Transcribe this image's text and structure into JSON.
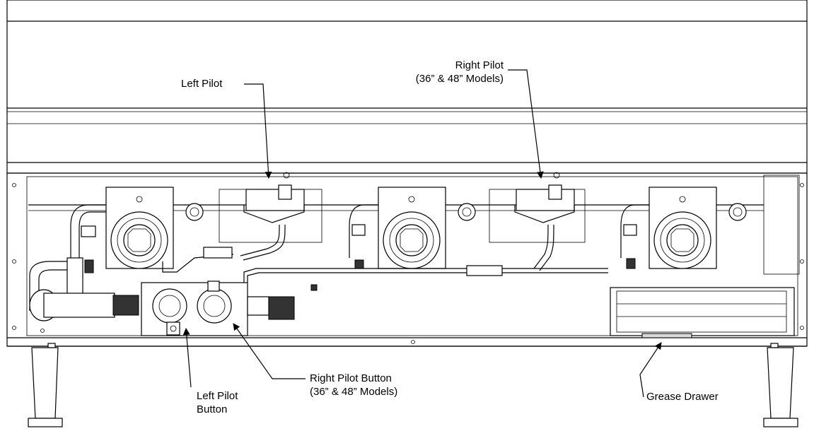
{
  "labels": {
    "left_pilot": "Left Pilot",
    "right_pilot_line1": "Right Pilot",
    "right_pilot_line2": "(36” & 48” Models)",
    "left_pilot_button_line1": "Left Pilot",
    "left_pilot_button_line2": "Button",
    "right_pilot_button_line1": "Right Pilot Button",
    "right_pilot_button_line2": "(36” & 48” Models)",
    "grease_drawer": "Grease Drawer"
  }
}
